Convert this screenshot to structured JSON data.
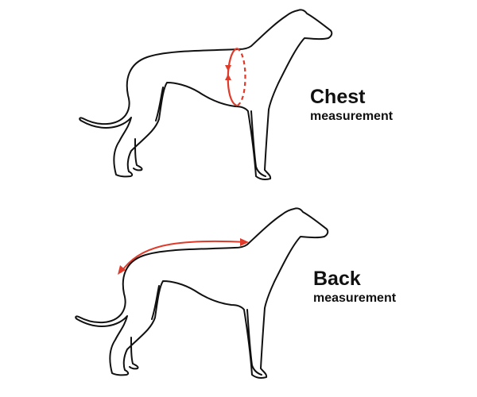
{
  "colors": {
    "outline": "#111111",
    "measure": "#e03a2a"
  },
  "panels": [
    {
      "title": "Chest",
      "subtitle": "measurement",
      "icon": "chest-girth-ellipse-icon"
    },
    {
      "title": "Back",
      "subtitle": "measurement",
      "icon": "back-length-arrow-icon"
    }
  ]
}
